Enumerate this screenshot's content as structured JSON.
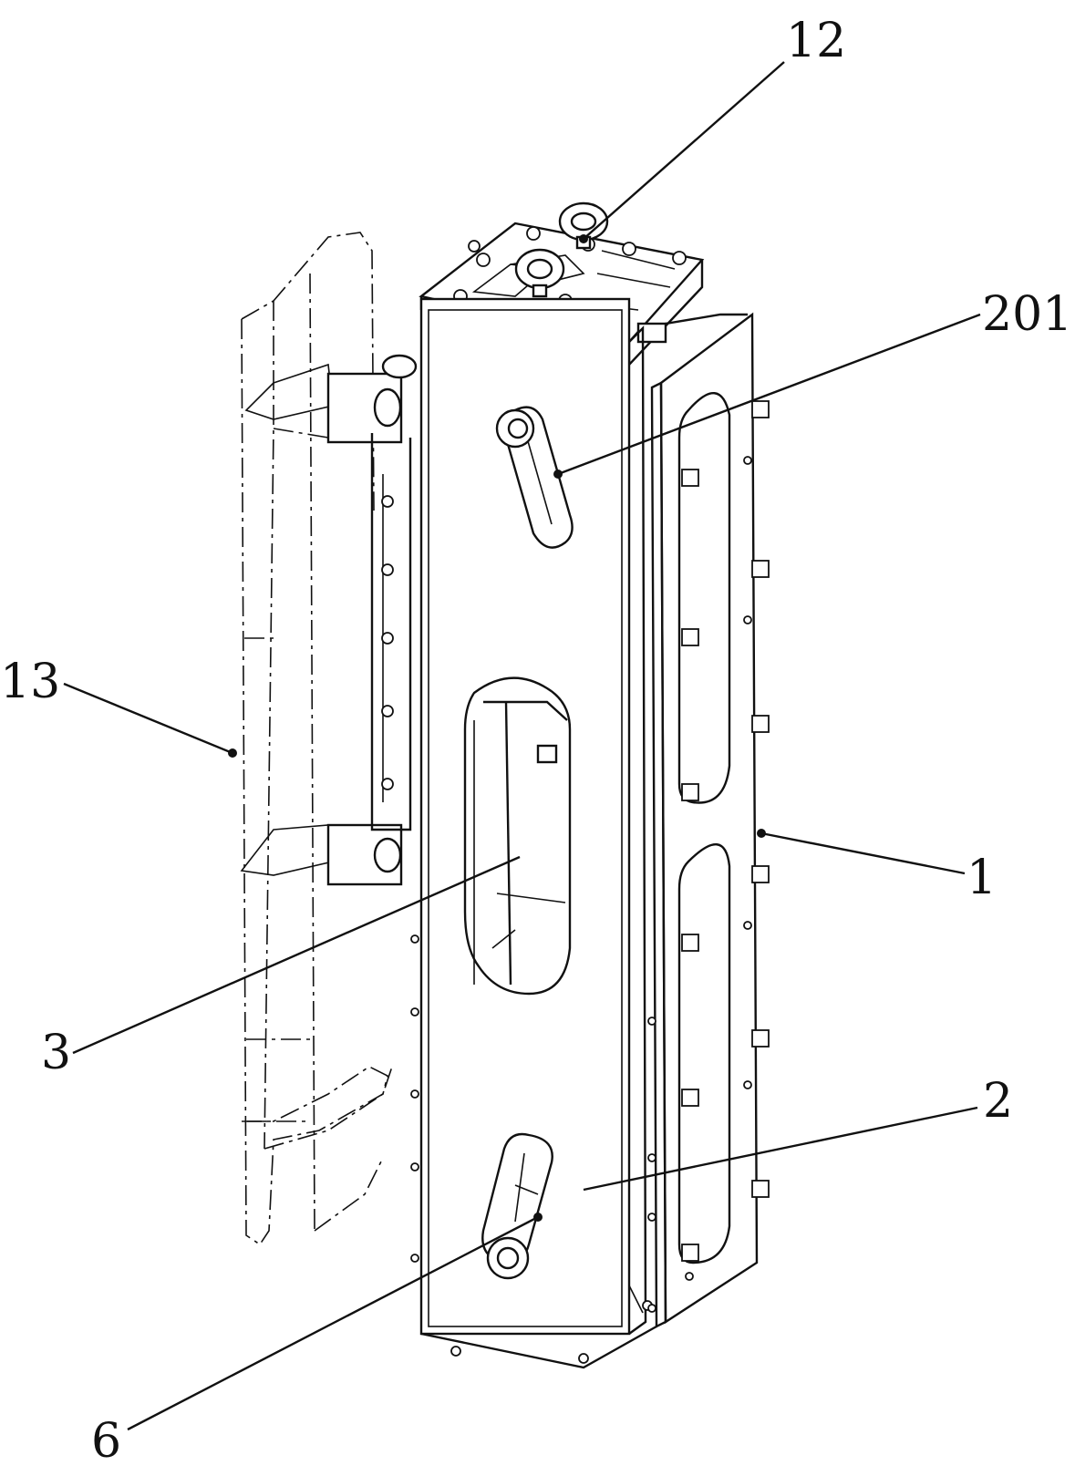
{
  "figure": {
    "labels": [
      {
        "id": "12",
        "text": "12"
      },
      {
        "id": "201",
        "text": "201"
      },
      {
        "id": "13",
        "text": "13"
      },
      {
        "id": "1",
        "text": "1"
      },
      {
        "id": "3",
        "text": "3"
      },
      {
        "id": "2",
        "text": "2"
      },
      {
        "id": "6",
        "text": "6"
      }
    ]
  }
}
